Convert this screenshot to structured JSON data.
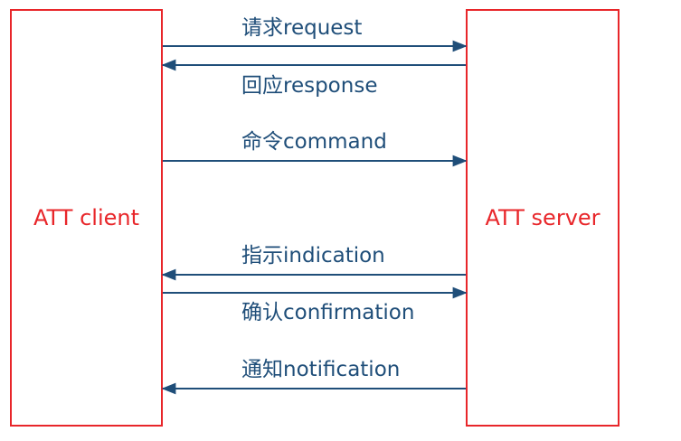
{
  "nodes": {
    "client": {
      "label": "ATT client"
    },
    "server": {
      "label": "ATT server"
    }
  },
  "messages": [
    {
      "label": "请求request",
      "direction": "client-to-server"
    },
    {
      "label": "回应response",
      "direction": "server-to-client"
    },
    {
      "label": "命令command",
      "direction": "client-to-server"
    },
    {
      "label": "指示indication",
      "direction": "server-to-client"
    },
    {
      "label": "确认confirmation",
      "direction": "client-to-server"
    },
    {
      "label": "通知notification",
      "direction": "server-to-client"
    }
  ],
  "colors": {
    "node_border": "#e8262a",
    "node_text": "#e8262a",
    "arrow": "#1f4e79",
    "message_text": "#1f4e79"
  }
}
